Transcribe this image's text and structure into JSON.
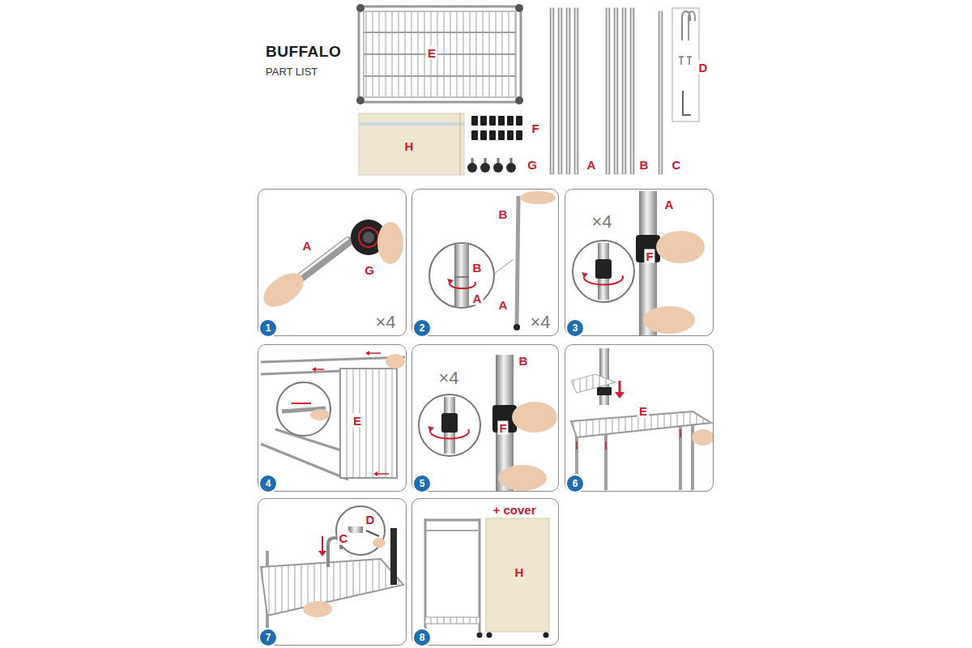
{
  "diagram": {
    "title": "BUFFALO",
    "nodes": [
      {
        "text": [
          "A",
          "G",
          "×4"
        ]
      },
      {
        "text": [
          "1"
        ],
        "in": 0
      },
      {
        "text": [
          "B",
          "B",
          "A",
          "A",
          "×4"
        ]
      },
      {
        "text": [
          "2"
        ],
        "in": 2
      },
      {
        "text": [
          "×4",
          "A",
          "F"
        ]
      },
      {
        "text": [
          "3"
        ],
        "in": 4
      },
      {
        "text": [
          "E"
        ]
      },
      {
        "text": [
          "4"
        ],
        "in": 6
      },
      {
        "text": [
          "×4",
          "B",
          "F"
        ]
      },
      {
        "text": [
          "5"
        ],
        "in": 8
      },
      {
        "text": [
          "E"
        ]
      },
      {
        "text": [
          "6"
        ],
        "in": 10
      },
      {
        "text": [
          "C",
          "D"
        ]
      },
      {
        "text": [
          "7"
        ],
        "in": 12
      },
      {
        "text": [
          "+ cover",
          "H"
        ]
      },
      {
        "text": [
          "8"
        ],
        "in": 14
      }
    ],
    "labels": [
      "PART LIST",
      "E",
      "H",
      "F",
      "G",
      "A",
      "B",
      "C",
      "D"
    ]
  }
}
